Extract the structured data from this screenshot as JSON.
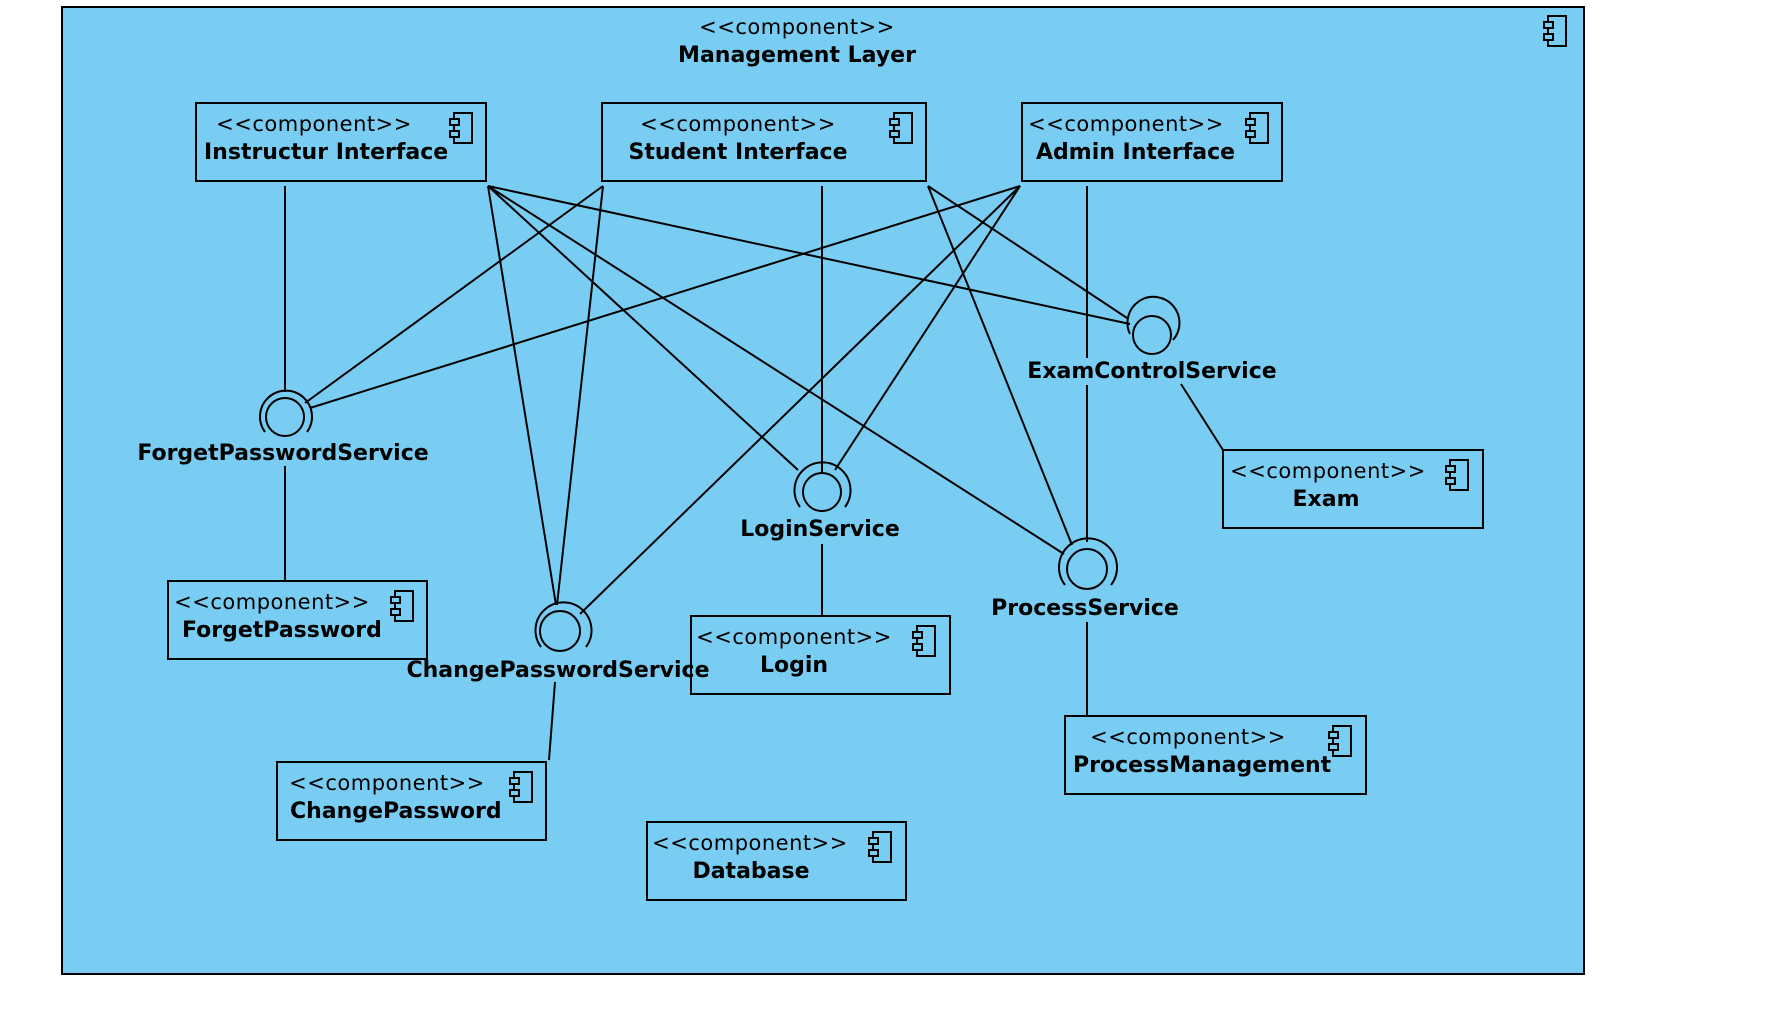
{
  "container": {
    "stereotype": "<<component>>",
    "name": "Management Layer"
  },
  "components": {
    "instructor_interface": {
      "stereotype": "<<component>>",
      "name": "Instructur Interface"
    },
    "student_interface": {
      "stereotype": "<<component>>",
      "name": "Student Interface"
    },
    "admin_interface": {
      "stereotype": "<<component>>",
      "name": "Admin Interface"
    },
    "exam": {
      "stereotype": "<<component>>",
      "name": "Exam"
    },
    "forget_password": {
      "stereotype": "<<component>>",
      "name": "ForgetPassword"
    },
    "login": {
      "stereotype": "<<component>>",
      "name": "Login"
    },
    "process_management": {
      "stereotype": "<<component>>",
      "name": "ProcessManagement"
    },
    "change_password": {
      "stereotype": "<<component>>",
      "name": "ChangePassword"
    },
    "database": {
      "stereotype": "<<component>>",
      "name": "Database"
    }
  },
  "interfaces": {
    "forget_password_service": {
      "name": "ForgetPasswordService"
    },
    "change_password_service": {
      "name": "ChangePasswordService"
    },
    "login_service": {
      "name": "LoginService"
    },
    "process_service": {
      "name": "ProcessService"
    },
    "exam_control_service": {
      "name": "ExamControlService"
    }
  },
  "colors": {
    "fill": "#79cdf2",
    "stroke": "#000000"
  },
  "icons": {
    "component": "uml-component-icon",
    "interface": "lollipop-interface-icon"
  }
}
